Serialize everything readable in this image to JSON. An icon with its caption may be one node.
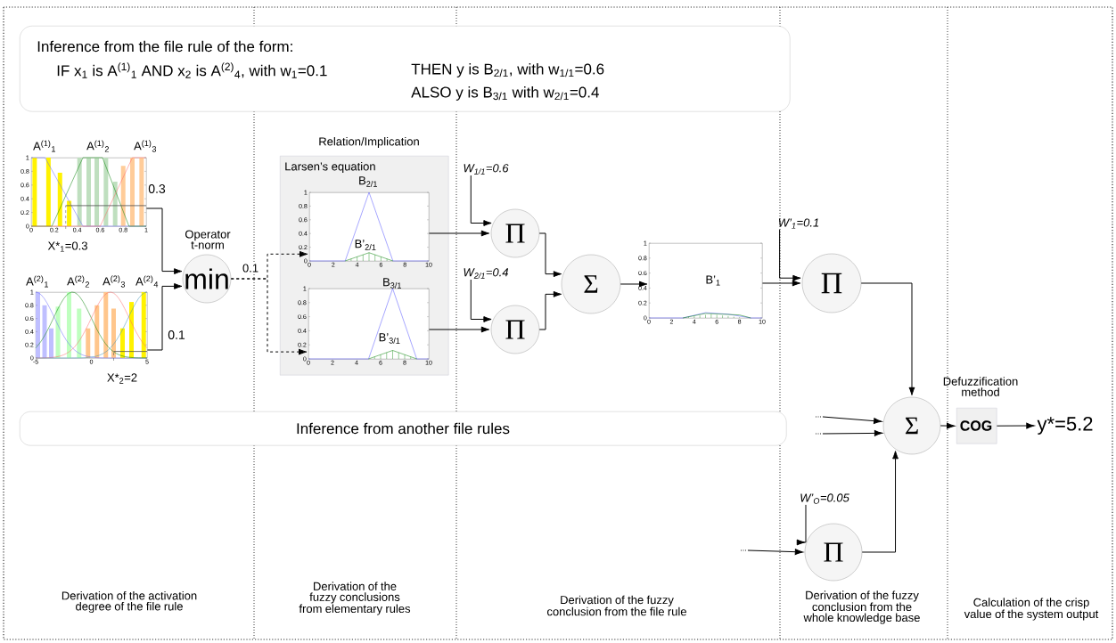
{
  "diagram": {
    "nodes": [
      {
        "text": [
          "Inference from the file rule of the form:",
          "IF x$_{1}$ is A$^{(1)}$$_{1}$ AND x$_{2}$ is A$^{(2)}$$_{4}$, with w$_{1}$=0.1",
          "THEN y is B$_{2/1}$, with w$_{1/1}$=0.6",
          "ALSO y is B$_{3/1}$ with w$_{2/1}$=0.4"
        ]
      },
      {
        "text": [],
        "shape": "chart",
        "beside": [
          "A$^{(1)}$$_{1}$",
          "A$^{(1)}$$_{2}$",
          "A$^{(1)}$$_{3}$",
          "X*$_{1}$=0.3",
          "0",
          "0.2",
          "0.4",
          "0.6",
          "0.8",
          "1",
          "0",
          "0.2",
          "0.4",
          "0.6",
          "0.8",
          "1"
        ]
      },
      {
        "text": [],
        "shape": "chart",
        "beside": [
          "A$^{(2)}$$_{1}$",
          "A$^{(2)}$$_{2}$",
          "A$^{(2)}$$_{3}$",
          "A$^{(2)}$$_{4}$",
          "X*$_{2}$=2",
          "0",
          "0.2",
          "0.4",
          "0.6",
          "0.8",
          "1",
          "-5",
          "0",
          "5"
        ]
      },
      {
        "text": [
          "min"
        ],
        "beside": [
          "Operator t-norm"
        ]
      },
      {
        "text": [
          "Larsen’s equation"
        ],
        "beside": [
          "Relation/Implication"
        ]
      },
      {
        "text": [
          "B’$_{2/1}$"
        ],
        "in": 4,
        "beside": [
          "B$_{2/1}$",
          "0",
          "0.2",
          "0.4",
          "0.6",
          "0.8",
          "1",
          "0",
          "2",
          "4",
          "6",
          "8",
          "10"
        ]
      },
      {
        "text": [
          "B’$_{3/1}$"
        ],
        "in": 4,
        "beside": [
          "B$_{3/1}$",
          "0",
          "0.2",
          "0.4",
          "0.6",
          "0.8",
          "1",
          "0",
          "2",
          "4",
          "6",
          "8",
          "10"
        ]
      },
      {
        "text": [
          "W$_{1/1}$=0.6"
        ]
      },
      {
        "text": [
          "Π"
        ]
      },
      {
        "text": [
          "W$_{2/1}$=0.4"
        ]
      },
      {
        "text": [
          "Π"
        ]
      },
      {
        "text": [
          "Σ"
        ]
      },
      {
        "text": [
          "B’$_{1}$"
        ],
        "beside": [
          "0",
          "0.2",
          "0.4",
          "0.6",
          "0.8",
          "1",
          "0",
          "2",
          "4",
          "6",
          "8",
          "10"
        ]
      },
      {
        "text": [
          "W’$_{1}$=0.1"
        ]
      },
      {
        "text": [
          "Π"
        ]
      },
      {
        "text": [
          "Inference from another file rules"
        ]
      },
      {
        "text": [
          "..."
        ]
      },
      {
        "text": [
          "..."
        ]
      },
      {
        "text": [
          "Σ"
        ]
      },
      {
        "text": [
          "W’$_{O}$=0.05"
        ]
      },
      {
        "text": [
          "..."
        ]
      },
      {
        "text": [
          "Π"
        ]
      },
      {
        "text": [
          "COG"
        ]
      },
      {
        "text": [
          "y*=5.2"
        ]
      }
    ],
    "edges": [
      {
        "from": 1,
        "to": 3,
        "arrow": "to",
        "label": "0.3"
      },
      {
        "from": 2,
        "to": 3,
        "arrow": "to",
        "label": "0.1"
      },
      {
        "from": 3,
        "to": 5,
        "arrow": "to",
        "label": "0.1",
        "style": "dashed"
      },
      {
        "from": 3,
        "to": 6,
        "arrow": "to",
        "style": "dashed"
      },
      {
        "from": 5,
        "to": 8,
        "arrow": "to"
      },
      {
        "from": 7,
        "to": 8,
        "arrow": "to"
      },
      {
        "from": 6,
        "to": 10,
        "arrow": "to"
      },
      {
        "from": 9,
        "to": 10,
        "arrow": "to"
      },
      {
        "from": 8,
        "to": 11,
        "arrow": "to"
      },
      {
        "from": 10,
        "to": 11,
        "arrow": "to"
      },
      {
        "from": 11,
        "to": 12,
        "arrow": "to"
      },
      {
        "from": 12,
        "to": 14,
        "arrow": "to"
      },
      {
        "from": 13,
        "to": 14,
        "arrow": "to"
      },
      {
        "from": 14,
        "to": 18,
        "arrow": "to"
      },
      {
        "from": 16,
        "to": 18,
        "arrow": "to"
      },
      {
        "from": 17,
        "to": 18,
        "arrow": "to"
      },
      {
        "from": 21,
        "to": 18,
        "arrow": "to"
      },
      {
        "from": 19,
        "to": 21,
        "arrow": "to"
      },
      {
        "from": 20,
        "to": 21,
        "arrow": "to"
      },
      {
        "from": 18,
        "to": 22,
        "arrow": "to"
      },
      {
        "from": 22,
        "to": 23,
        "arrow": "to"
      }
    ],
    "labels": [
      "Defuzzification method",
      "Derivation of the activation degree of the file rule",
      "Derivation of the fuzzy conclusions from elementary rules",
      "Derivation of the fuzzy conclusion from the file rule",
      "Derivation of the fuzzy conclusion from the whole knowledge base",
      "Calculation of the crisp value of the system output"
    ]
  }
}
